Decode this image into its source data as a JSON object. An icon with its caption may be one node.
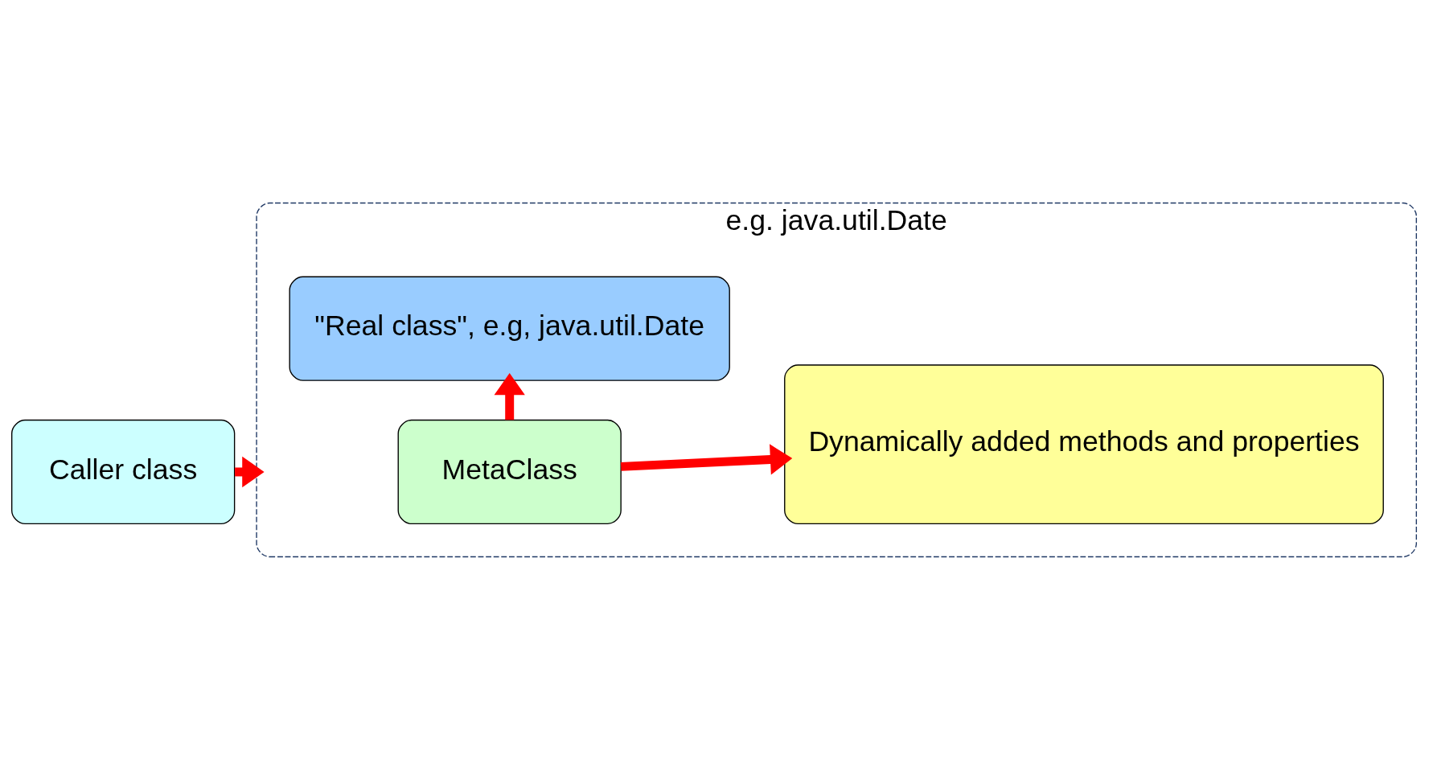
{
  "diagram": {
    "nodes": [
      {
        "text": [
          "Caller class"
        ]
      },
      {
        "text": [
          "e.g. java.util.Date"
        ]
      },
      {
        "text": [
          "MetaClass"
        ],
        "in": 1
      },
      {
        "text": [
          "Dynamically added methods and properties"
        ],
        "in": 1
      },
      {
        "text": [
          "\"Real class\", e.g, java.util.Date"
        ],
        "in": 1
      }
    ],
    "edges": [
      {
        "from": 0,
        "to": 1,
        "arrow": "to"
      },
      {
        "from": 2,
        "to": 3,
        "arrow": "to"
      },
      {
        "from": 2,
        "to": 4,
        "arrow": "to"
      }
    ]
  }
}
